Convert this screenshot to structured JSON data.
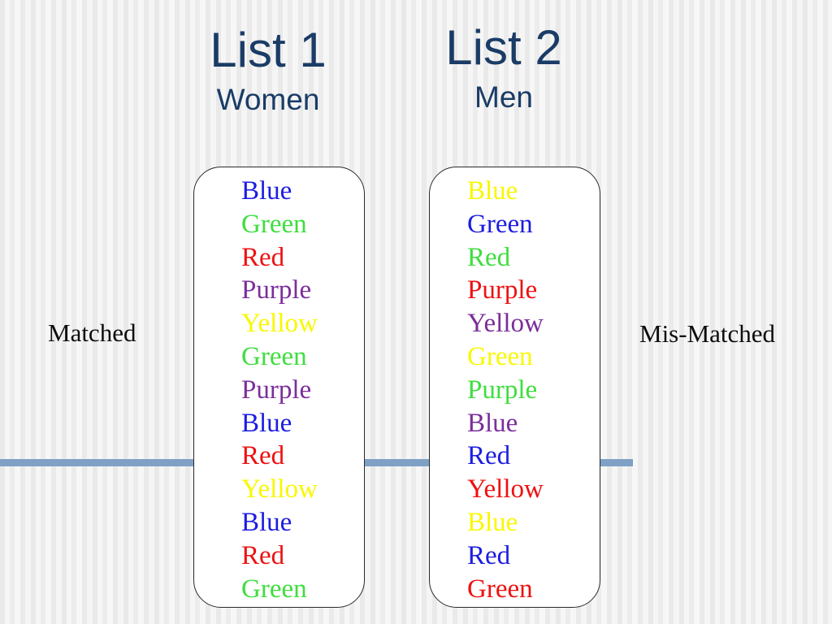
{
  "slide": {
    "heading_color": "#1a3c66",
    "divider_color": "#7fa1c5",
    "box_background": "#ffffff",
    "box_border_color": "#2a2a2a",
    "side_label_color": "#0d0d0d",
    "palette": {
      "blue": "#1d1de0",
      "green": "#3ede3e",
      "red": "#ee1111",
      "purple": "#7b2e9b",
      "yellow": "#f8f800"
    }
  },
  "side_labels": {
    "left": "Matched",
    "right": "Mis-Matched"
  },
  "columns": [
    {
      "title": "List 1",
      "subtitle": "Women",
      "items": [
        {
          "word": "Blue",
          "color": "#1d1de0"
        },
        {
          "word": "Green",
          "color": "#3ede3e"
        },
        {
          "word": "Red",
          "color": "#ee1111"
        },
        {
          "word": "Purple",
          "color": "#7b2e9b"
        },
        {
          "word": "Yellow",
          "color": "#f8f800"
        },
        {
          "word": "Green",
          "color": "#3ede3e"
        },
        {
          "word": "Purple",
          "color": "#7b2e9b"
        },
        {
          "word": "Blue",
          "color": "#1d1de0"
        },
        {
          "word": "Red",
          "color": "#ee1111"
        },
        {
          "word": "Yellow",
          "color": "#f8f800"
        },
        {
          "word": "Blue",
          "color": "#1d1de0"
        },
        {
          "word": "Red",
          "color": "#ee1111"
        },
        {
          "word": "Green",
          "color": "#3ede3e"
        }
      ]
    },
    {
      "title": "List 2",
      "subtitle": "Men",
      "items": [
        {
          "word": "Blue",
          "color": "#f8f800"
        },
        {
          "word": "Green",
          "color": "#1d1de0"
        },
        {
          "word": "Red",
          "color": "#3ede3e"
        },
        {
          "word": "Purple",
          "color": "#ee1111"
        },
        {
          "word": "Yellow",
          "color": "#7b2e9b"
        },
        {
          "word": "Green",
          "color": "#f8f800"
        },
        {
          "word": "Purple",
          "color": "#3ede3e"
        },
        {
          "word": "Blue",
          "color": "#7b2e9b"
        },
        {
          "word": "Red",
          "color": "#1d1de0"
        },
        {
          "word": "Yellow",
          "color": "#ee1111"
        },
        {
          "word": "Blue",
          "color": "#f8f800"
        },
        {
          "word": "Red",
          "color": "#1d1de0"
        },
        {
          "word": "Green",
          "color": "#ee1111"
        }
      ]
    }
  ]
}
